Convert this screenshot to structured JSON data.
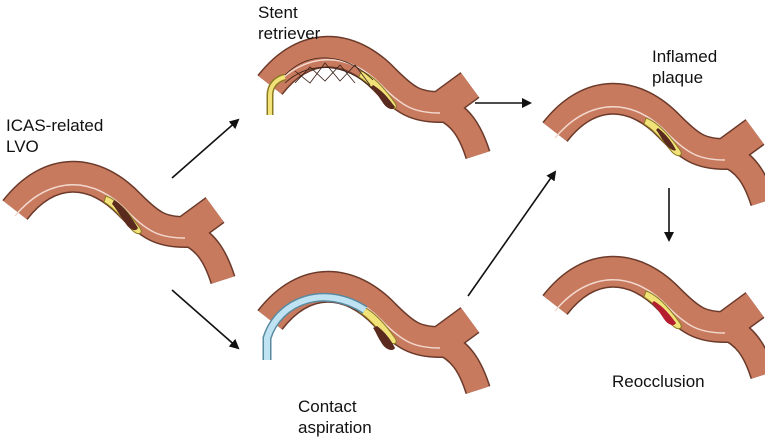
{
  "colors": {
    "vessel_wall": "#C87A5E",
    "vessel_outline": "#6B3A2A",
    "lumen_line": "#F2D9CF",
    "plaque": "#F2E27A",
    "plaque_outline": "#8A7A20",
    "thrombus": "#5A2A1E",
    "thrombus_red": "#B51E2E",
    "catheter": "#BFE3F2",
    "catheter_outline": "#5A8AA0",
    "arrow": "#111111"
  },
  "labels": {
    "icas_line1": "ICAS-related",
    "icas_line2": "LVO",
    "stent_line1": "Stent",
    "stent_line2": "retriever",
    "inflamed_line1": "Inflamed",
    "inflamed_line2": "plaque",
    "contact_line1": "Contact",
    "contact_line2": "aspiration",
    "reocclusion": "Reocclusion"
  },
  "icons": {
    "arrow": "arrow-right-icon",
    "vessel": "vessel-bifurcation-icon"
  }
}
